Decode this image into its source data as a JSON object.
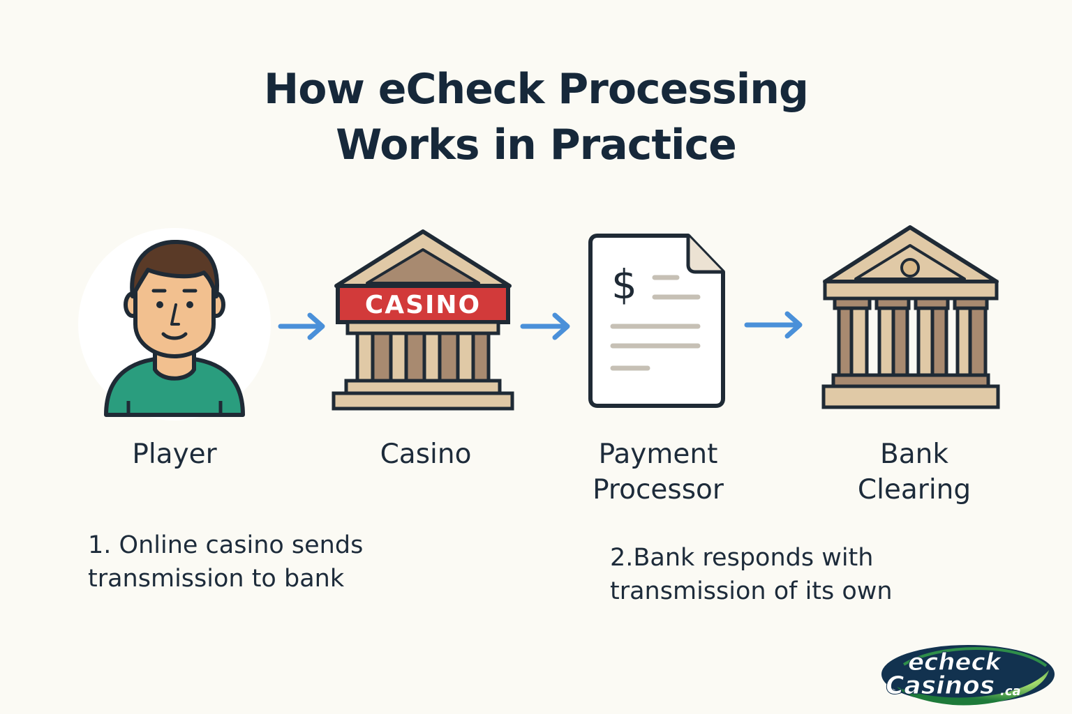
{
  "title": {
    "line1": "How eCheck Processing",
    "line2": "Works in Practice"
  },
  "stages": [
    {
      "icon": "person-icon",
      "label_lines": [
        "Player"
      ]
    },
    {
      "icon": "casino-building-icon",
      "sign": "CASINO",
      "label_lines": [
        "Casino"
      ]
    },
    {
      "icon": "document-dollar-icon",
      "glyph": "$",
      "label_lines": [
        "Payment",
        "Processor"
      ]
    },
    {
      "icon": "bank-building-icon",
      "label_lines": [
        "Bank",
        "Clearing"
      ]
    }
  ],
  "notes": [
    {
      "lines": [
        "1. Online casino sends",
        "transmission to bank"
      ]
    },
    {
      "lines": [
        "2.Bank responds with",
        "transmission of its own"
      ]
    }
  ],
  "logo": {
    "line1": "echeck",
    "line2": "Casinos",
    "suffix": ".ca"
  },
  "colors": {
    "background": "#fbfaf4",
    "text": "#16283a",
    "arrow": "#4a90d9",
    "building": "#e0c9a6",
    "building_dark": "#a88a70",
    "outline": "#1f2a35",
    "sign": "#d23a3a",
    "shirt": "#2a9d7e",
    "skin": "#f2c08f",
    "hair": "#5a3a27"
  }
}
